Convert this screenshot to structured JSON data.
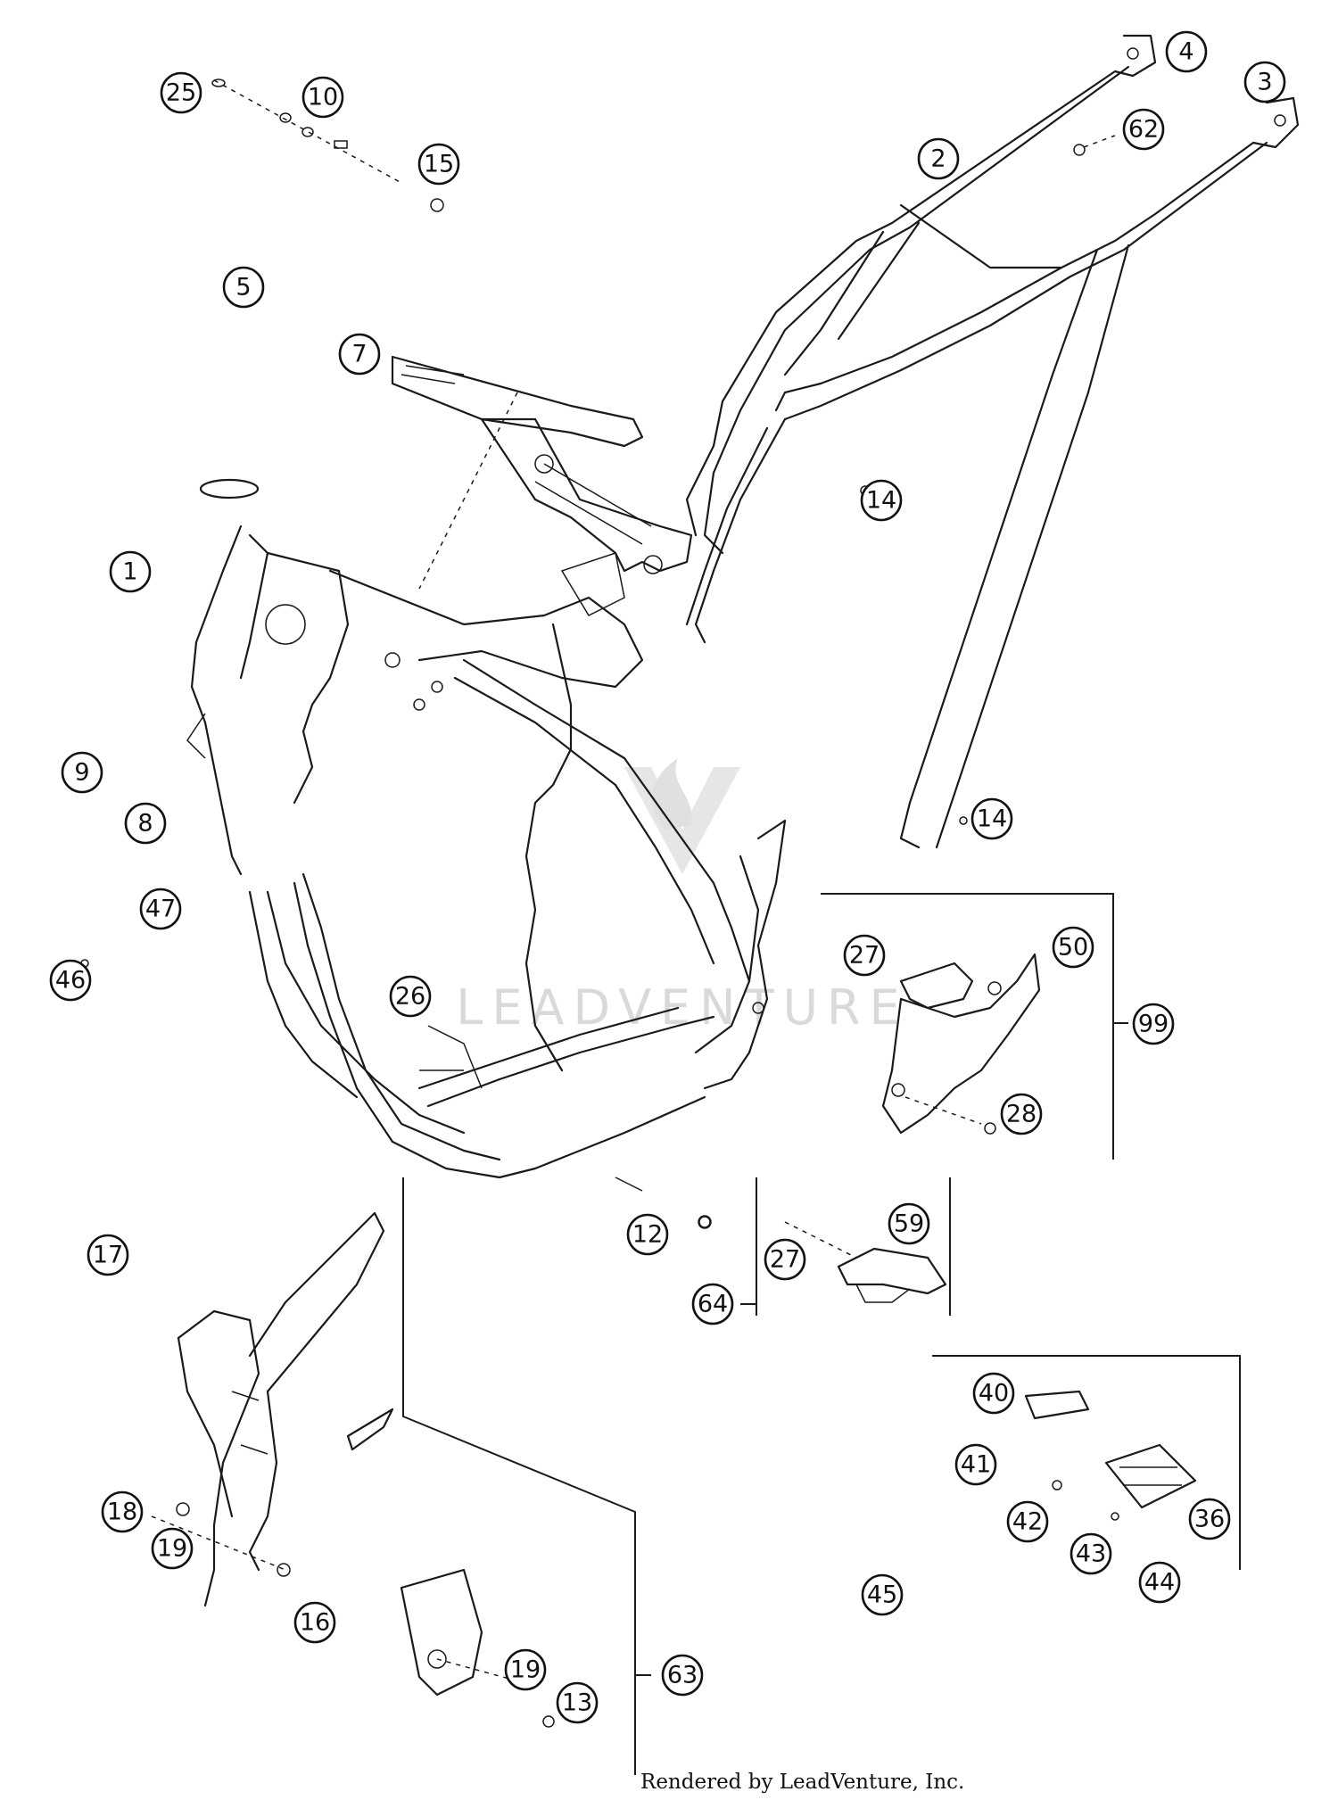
{
  "callouts": [
    {
      "id": "c25",
      "label": "25"
    },
    {
      "id": "c10",
      "label": "10"
    },
    {
      "id": "c15",
      "label": "15"
    },
    {
      "id": "c5",
      "label": "5"
    },
    {
      "id": "c7",
      "label": "7"
    },
    {
      "id": "c1",
      "label": "1"
    },
    {
      "id": "c9",
      "label": "9"
    },
    {
      "id": "c8",
      "label": "8"
    },
    {
      "id": "c47",
      "label": "47"
    },
    {
      "id": "c46",
      "label": "46"
    },
    {
      "id": "c4",
      "label": "4"
    },
    {
      "id": "c3",
      "label": "3"
    },
    {
      "id": "c2",
      "label": "2"
    },
    {
      "id": "c62",
      "label": "62"
    },
    {
      "id": "c14a",
      "label": "14"
    },
    {
      "id": "c14b",
      "label": "14"
    },
    {
      "id": "c27a",
      "label": "27"
    },
    {
      "id": "c50",
      "label": "50"
    },
    {
      "id": "c99",
      "label": "99"
    },
    {
      "id": "c28",
      "label": "28"
    },
    {
      "id": "c26",
      "label": "26"
    },
    {
      "id": "c12",
      "label": "12"
    },
    {
      "id": "c59",
      "label": "59"
    },
    {
      "id": "c27b",
      "label": "27"
    },
    {
      "id": "c64",
      "label": "64"
    },
    {
      "id": "c17",
      "label": "17"
    },
    {
      "id": "c18",
      "label": "18"
    },
    {
      "id": "c19a",
      "label": "19"
    },
    {
      "id": "c16",
      "label": "16"
    },
    {
      "id": "c19b",
      "label": "19"
    },
    {
      "id": "c13",
      "label": "13"
    },
    {
      "id": "c63",
      "label": "63"
    },
    {
      "id": "c40",
      "label": "40"
    },
    {
      "id": "c41",
      "label": "41"
    },
    {
      "id": "c42",
      "label": "42"
    },
    {
      "id": "c43",
      "label": "43"
    },
    {
      "id": "c36",
      "label": "36"
    },
    {
      "id": "c44",
      "label": "44"
    },
    {
      "id": "c45",
      "label": "45"
    }
  ],
  "watermark": "LEADVENTURE",
  "footer": "Rendered by LeadVenture, Inc."
}
